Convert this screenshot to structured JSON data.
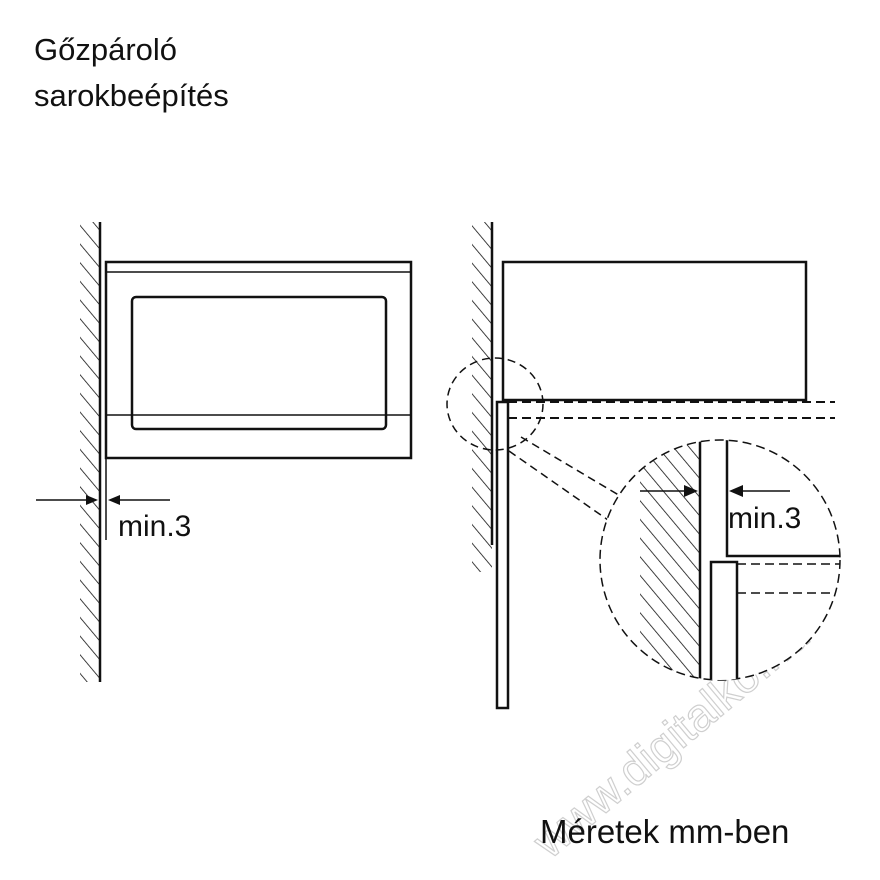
{
  "title_lines": [
    "Gőzpároló",
    "sarokbeépítés"
  ],
  "dimension_labels": {
    "left_gap": "min.3",
    "detail_gap": "min.3"
  },
  "caption": "Méretek mm-ben",
  "watermark": "www.digitalko.hu",
  "colors": {
    "line": "#111111",
    "background": "#ffffff",
    "watermark": "#cfcfcf"
  }
}
